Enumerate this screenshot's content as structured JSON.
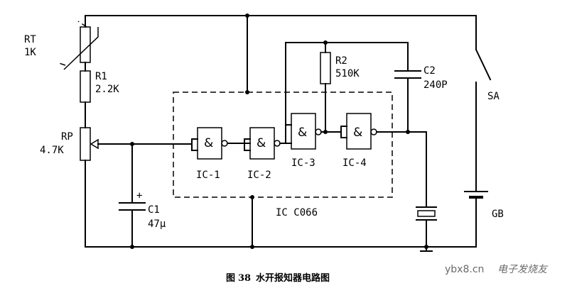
{
  "components": {
    "rt": {
      "name": "RT",
      "value": "1K"
    },
    "r1": {
      "name": "R1",
      "value": "2.2K"
    },
    "rp": {
      "name": "RP",
      "value": "4.7K"
    },
    "r2": {
      "name": "R2",
      "value": "510K"
    },
    "c1": {
      "name": "C1",
      "value": "47μ",
      "polarity": "+"
    },
    "c2": {
      "name": "C2",
      "value": "240P"
    },
    "sa": {
      "name": "SA"
    },
    "gb": {
      "name": "GB"
    }
  },
  "gates": {
    "symbol": "&",
    "labels": [
      "IC-1",
      "IC-2",
      "IC-3",
      "IC-4"
    ]
  },
  "ic_label": "IC C066",
  "caption": {
    "prefix": "图",
    "number": "38",
    "text": "水开报知器电路图"
  },
  "watermark": {
    "site": "ybx8.cn",
    "brand": "电子发烧友"
  }
}
